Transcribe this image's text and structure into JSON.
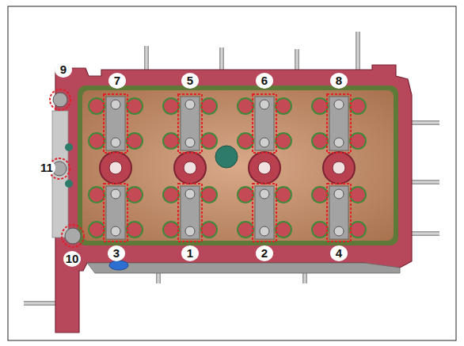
{
  "diagram": {
    "labels": [
      "9",
      "7",
      "5",
      "6",
      "8",
      "11",
      "3",
      "1",
      "2",
      "4",
      "10"
    ]
  }
}
